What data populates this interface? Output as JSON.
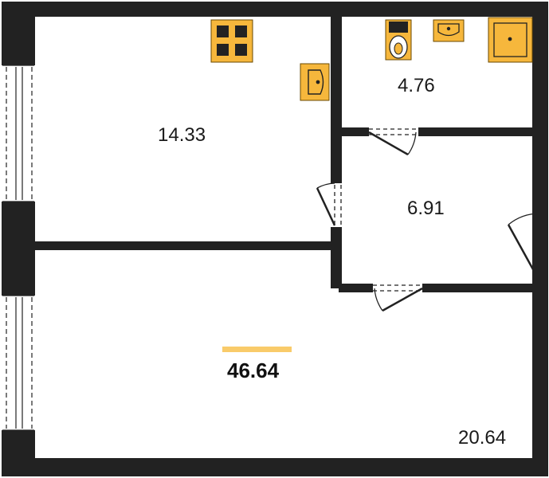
{
  "colors": {
    "wall": "#222222",
    "fixture": "#F6B73C",
    "accent": "#F9CB6A",
    "background": "#FFFFFF"
  },
  "rooms": {
    "kitchen_area": "14.33",
    "bathroom_area": "4.76",
    "hall_area": "6.91",
    "living_area": "20.64"
  },
  "total_area": "46.64",
  "fixtures": [
    "stove-icon",
    "kitchen-sink-icon",
    "toilet-icon",
    "washbasin-icon",
    "shower-tray-icon"
  ]
}
